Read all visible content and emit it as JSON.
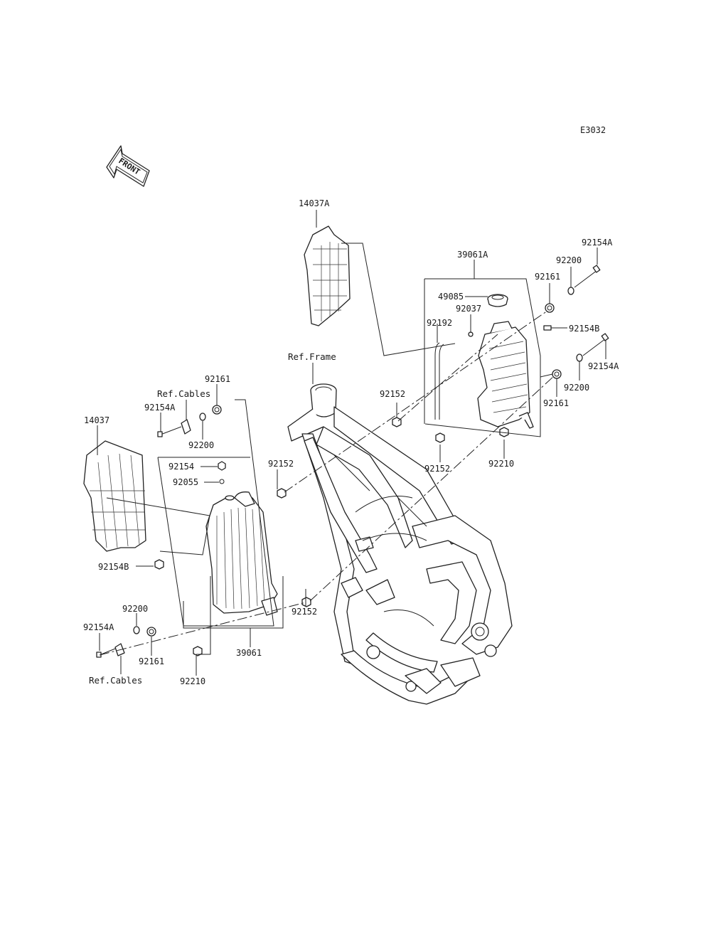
{
  "diagram_code": "E3032",
  "front_arrow_label": "FRONT",
  "labels": {
    "p14037A": "14037A",
    "p39061A": "39061A",
    "p92154A_r1": "92154A",
    "p92200_r1": "92200",
    "p92161_r1": "92161",
    "p49085": "49085",
    "p92037": "92037",
    "p92192": "92192",
    "p92154B_r": "92154B",
    "p92154A_r2": "92154A",
    "p92200_r2": "92200",
    "p92161_r2": "92161",
    "p92152_a": "92152",
    "p92152_b": "92152",
    "p92210_r": "92210",
    "ref_frame": "Ref.Frame",
    "p92161_l1": "92161",
    "ref_cables_top": "Ref.Cables",
    "p92154A_l1": "92154A",
    "p92200_l1": "92200",
    "p14037": "14037",
    "p92154": "92154",
    "p92055": "92055",
    "p92152_c": "92152",
    "p92154B_l": "92154B",
    "p92152_d": "92152",
    "p92200_l2": "92200",
    "p92154A_l2": "92154A",
    "p92161_l2": "92161",
    "p39061": "39061",
    "p92210_l": "92210",
    "ref_cables_bottom": "Ref.Cables"
  },
  "icons": {
    "front_arrow": "front-arrow-icon",
    "frame": "motorcycle-frame-icon",
    "radiator_left": "radiator-icon",
    "radiator_right": "radiator-icon",
    "shroud_left": "radiator-shroud-icon",
    "shroud_right": "radiator-shroud-icon",
    "cap": "radiator-cap-icon",
    "hose": "hose-icon"
  }
}
